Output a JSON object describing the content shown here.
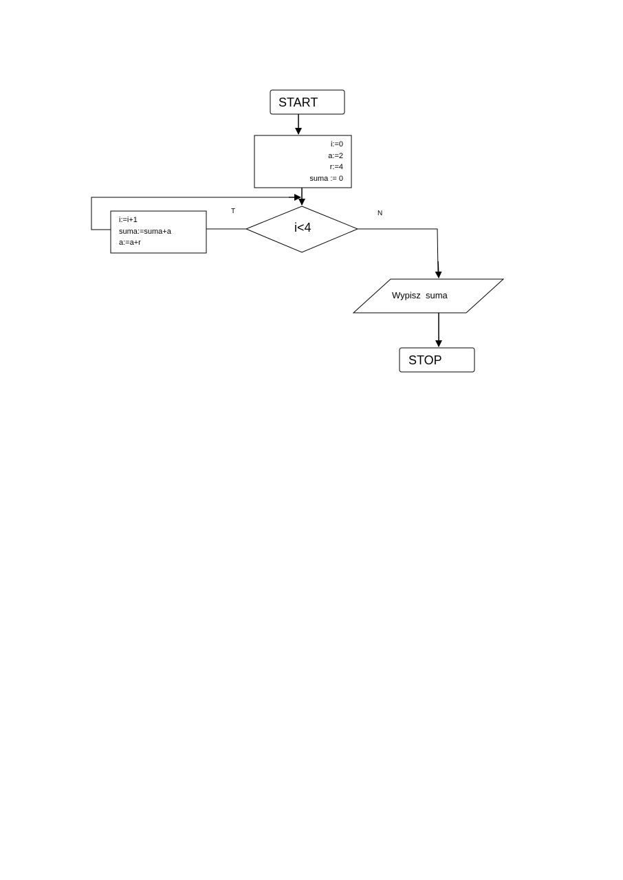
{
  "start": {
    "label": "START"
  },
  "init": {
    "lines": [
      "i:=0",
      "a:=2",
      "r:=4",
      "suma := 0"
    ]
  },
  "condition": {
    "label": "i<4"
  },
  "branch_true": {
    "label": "T"
  },
  "branch_false": {
    "label": "N"
  },
  "loop_body": {
    "lines": [
      "i:=i+1",
      "suma:=suma+a",
      "a:=a+r"
    ]
  },
  "output": {
    "label": "Wypisz  suma"
  },
  "stop": {
    "label": "STOP"
  }
}
